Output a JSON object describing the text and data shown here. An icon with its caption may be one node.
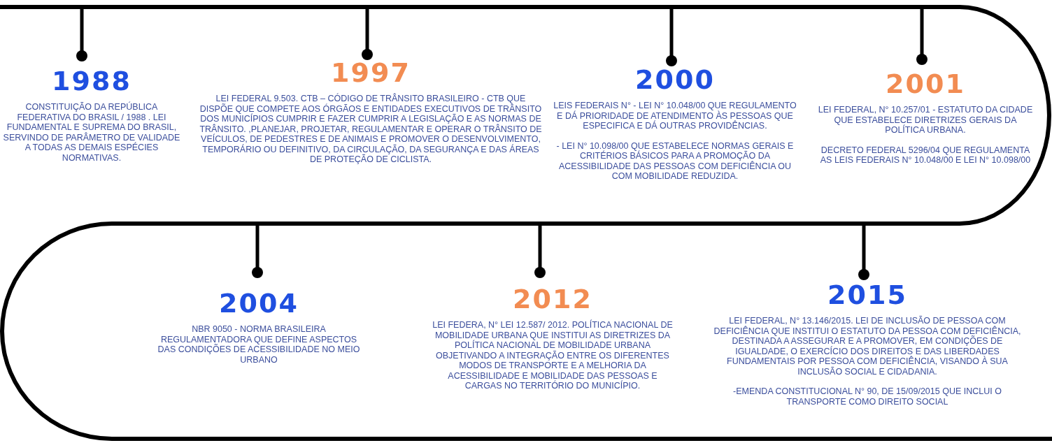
{
  "diagram": {
    "nodes": [
      {
        "text": [
          "1988",
          "CONSTITUIÇÃO DA REPÚBLICA FEDERATIVA DO BRASIL / 1988 . LEI FUNDAMENTAL E SUPREMA DO BRASIL, SERVINDO DE PARÂMETRO DE VALIDADE A TODAS AS DEMAIS ESPÉCIES NORMATIVAS."
        ]
      },
      {
        "text": [
          "1997",
          "LEI FEDERAL 9.503. CTB – CÓDIGO DE TRÂNSITO BRASILEIRO - CTB QUE DISPÕE QUE COMPETE AOS ÓRGÃOS E ENTIDADES EXECUTIVOS DE TRÂNSITO DOS MUNICÍPIOS CUMPRIR E FAZER CUMPRIR A LEGISLAÇÃO E AS NORMAS DE TRÂNSITO. ,PLANEJAR, PROJETAR, REGULAMENTAR E OPERAR O TRÂNSITO DE VEÍCULOS, DE PEDESTRES E DE ANIMAIS E PROMOVER O DESENVOLVIMENTO, TEMPORÁRIO OU DEFINITIVO, DA CIRCULAÇÃO, DA SEGURANÇA E DAS ÁREAS DE PROTEÇÃO DE CICLISTA."
        ]
      },
      {
        "text": [
          "2000",
          "LEIS FEDERAIS N° - LEI N° 10.048/00 QUE REGULAMENTO E DÁ PRIORIDADE DE ATENDIMENTO ÀS PESSOAS QUE ESPECIFICA E DÁ OUTRAS PROVIDÊNCIAS.",
          "- LEI N° 10.098/00 QUE ESTABELECE NORMAS GERAIS E CRITÉRIOS BÁSICOS PARA A PROMOÇÃO DA ACESSIBILIDADE DAS PESSOAS COM DEFICIÊNCIA OU COM MOBILIDADE REDUZIDA."
        ]
      },
      {
        "text": [
          "2001",
          "LEI FEDERAL, N° 10.257/01 - ESTATUTO DA CIDADE QUE ESTABELECE DIRETRIZES GERAIS DA POLÍTICA URBANA.",
          "DECRETO FEDERAL 5296/04 QUE REGULAMENTA AS LEIS FEDERAIS N° 10.048/00 E LEI N° 10.098/00"
        ]
      },
      {
        "text": [
          "2004",
          "NBR 9050 - NORMA BRASILEIRA REGULAMENTADORA QUE DEFINE ASPECTOS DAS CONDIÇÕES DE ACESSIBILIDADE NO MEIO URBANO"
        ]
      },
      {
        "text": [
          "2012",
          "LEI FEDERA, N° LEI 12.587/ 2012. POLÍTICA NACIONAL DE MOBILIDADE URBANA QUE INSTITUI AS DIRETRIZES DA POLÍTICA NACIONAL DE MOBILIDADE URBANA OBJETIVANDO A INTEGRAÇÃO ENTRE OS DIFERENTES MODOS DE TRANSPORTE E A MELHORIA DA ACESSIBILIDADE E MOBILIDADE DAS PESSOAS E CARGAS NO TERRITÓRIO DO MUNICÍPIO."
        ]
      },
      {
        "text": [
          "2015",
          "LEI FEDERAL, N° 13.146/2015. LEI DE INCLUSÃO DE PESSOA COM DEFICIÊNCIA QUE INSTITUI O ESTATUTO DA PESSOA COM DEFICIÊNCIA, DESTINADA A ASSEGURAR E A PROMOVER, EM CONDIÇÕES DE IGUALDADE, O EXERCÍCIO DOS DIREITOS E DAS LIBERDADES FUNDAMENTAIS POR PESSOA COM DEFICIÊNCIA, VISANDO À SUA INCLUSÃO SOCIAL E CIDADANIA.",
          "-EMENDA CONSTITUCIONAL N° 90, DE 15/09/2015 QUE INCLUI O TRANSPORTE COMO DIREITO SOCIAL"
        ]
      }
    ]
  }
}
